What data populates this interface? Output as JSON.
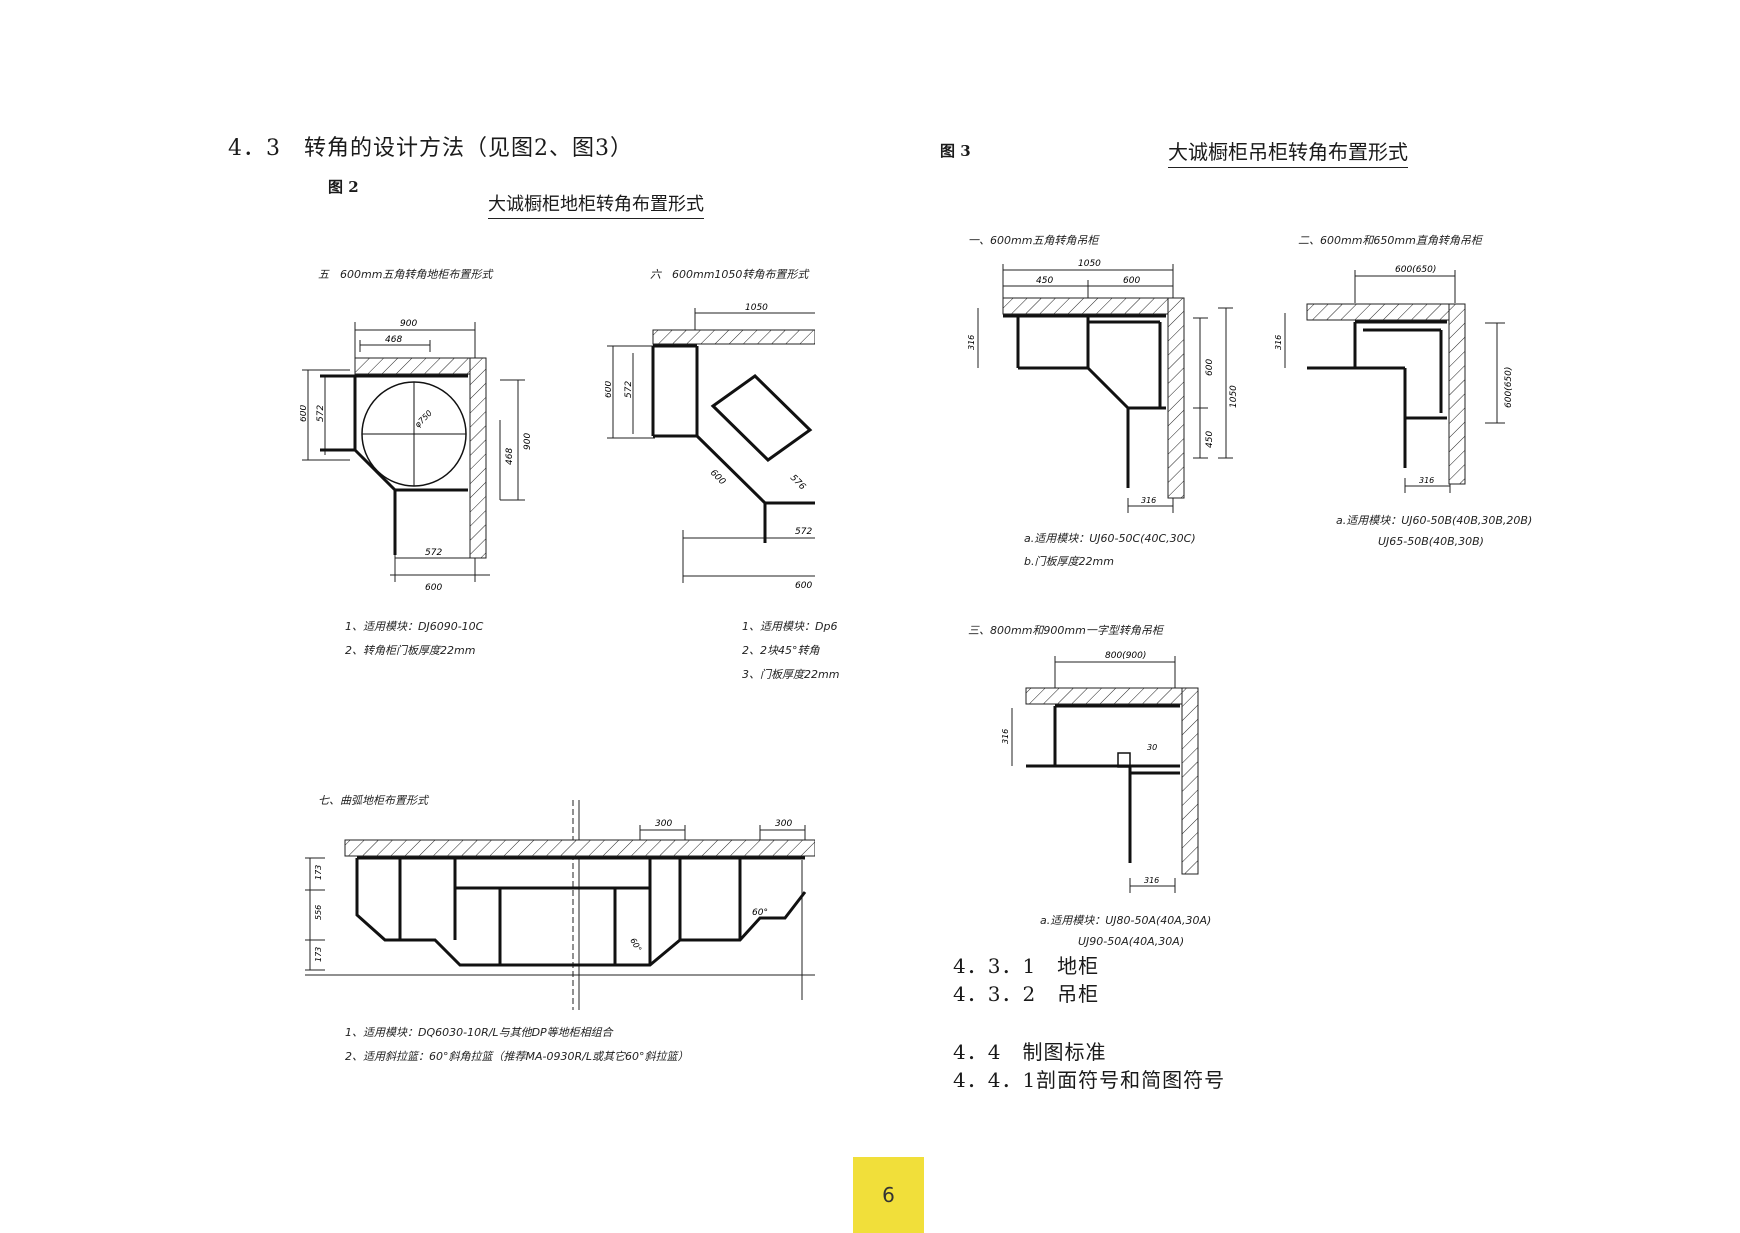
{
  "section_heading": "4．3　转角的设计方法（见图2、图3）",
  "fig2": {
    "label": "图 2",
    "title": "大诚橱柜地柜转角布置形式",
    "d5": {
      "caption": "五　600mm五角转角地柜布置形式",
      "dims": {
        "top": "900",
        "top_inner": "468",
        "left_outer": "600",
        "left_inner": "572",
        "right_outer": "900",
        "right_inner": "468",
        "bottom_inner": "572",
        "bottom_outer": "600",
        "circle": "φ750"
      },
      "notes": [
        "1、适用模块：DJ6090-10C",
        "2、转角柜门板厚度22mm"
      ]
    },
    "d6": {
      "caption": "六　600mm1050转角布置形式",
      "dims": {
        "top": "1050",
        "left_outer": "600",
        "left_inner": "572",
        "diag_a": "600",
        "diag_b": "576",
        "bottom_inner": "572",
        "bottom_outer": "600"
      },
      "notes": [
        "1、适用模块：Dp6",
        "2、2块45°转角",
        "3、门板厚度22mm"
      ]
    },
    "d7": {
      "caption": "七、曲弧地柜布置形式",
      "dims": {
        "seg1": "300",
        "seg2": "300",
        "h1": "173",
        "h2": "556",
        "h3": "173",
        "angle1": "60°",
        "angle2": "60°"
      },
      "notes": [
        "1、适用模块：DQ6030-10R/L与其他DP等地柜相组合",
        "2、适用斜拉篮：60°斜角拉篮（推荐MA-0930R/L或其它60°斜拉篮）"
      ]
    }
  },
  "fig3": {
    "label": "图 3",
    "title": "大诚橱柜吊柜转角布置形式",
    "d1": {
      "caption": "一、600mm五角转角吊柜",
      "dims": {
        "top": "1050",
        "top_a": "450",
        "top_b": "600",
        "left": "316",
        "right_a": "600",
        "right_b": "1050",
        "right_c": "450",
        "bottom": "316"
      },
      "notes": [
        "a.适用模块：UJ60-50C(40C,30C)",
        "b.门板厚度22mm"
      ]
    },
    "d2": {
      "caption": "二、600mm和650mm直角转角吊柜",
      "dims": {
        "top": "600(650)",
        "left": "316",
        "right": "600(650)",
        "bottom": "316"
      },
      "notes": [
        "a.适用模块：UJ60-50B(40B,30B,20B)",
        "UJ65-50B(40B,30B)"
      ]
    },
    "d3": {
      "caption": "三、800mm和900mm一字型转角吊柜",
      "dims": {
        "top": "800(900)",
        "left": "316",
        "inner": "30",
        "bottom": "316"
      },
      "notes": [
        "a.适用模块：UJ80-50A(40A,30A)",
        "UJ90-50A(40A,30A)"
      ]
    }
  },
  "list": [
    "4．3．1　地柜",
    "4．3．2　吊柜",
    "4．4　制图标准",
    "4．4．1剖面符号和简图符号"
  ],
  "page_number": "6"
}
